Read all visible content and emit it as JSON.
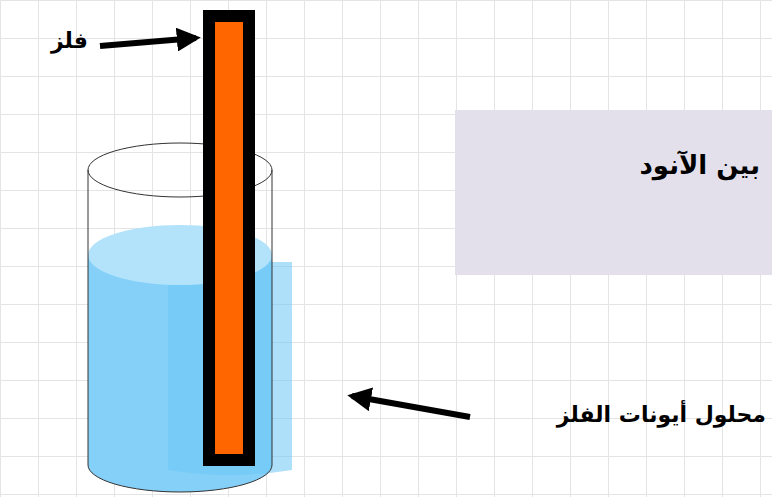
{
  "diagram": {
    "nodes": [
      {
        "text": [
          "بين الآنود"
        ]
      }
    ],
    "labels": [
      "فلز",
      "محلول أيونات الفلز"
    ]
  }
}
